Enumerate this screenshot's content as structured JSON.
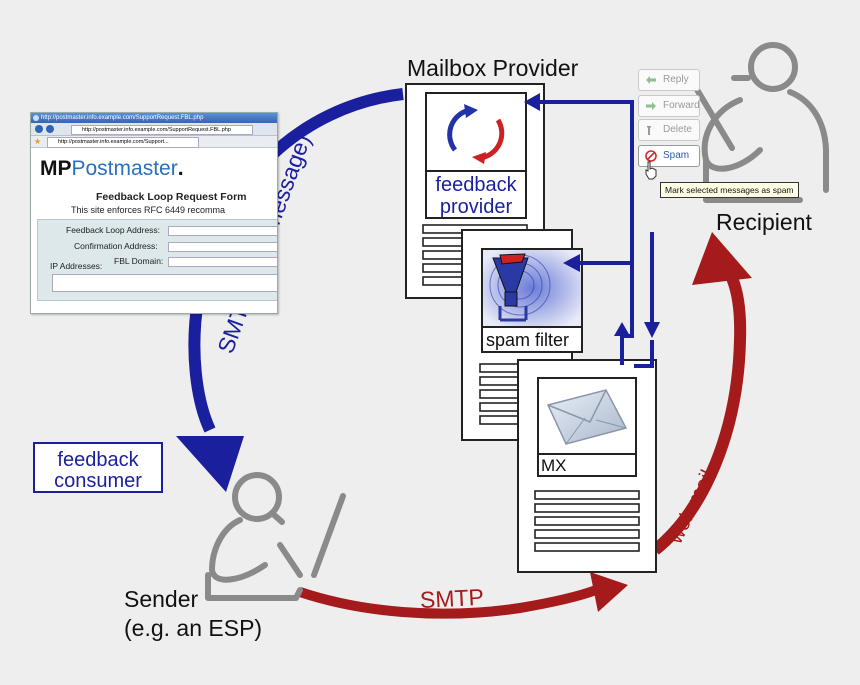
{
  "labels": {
    "mailbox_provider": "Mailbox Provider",
    "recipient": "Recipient",
    "sender_line1": "Sender",
    "sender_line2": "(e.g. an ESP)",
    "feedback_consumer_line1": "feedback",
    "feedback_consumer_line2": "consumer",
    "feedback_provider_line1": "feedback",
    "feedback_provider_line2": "provider",
    "spam_filter": "spam filter",
    "mx": "MX",
    "smtp_arf": "SMTP (ARF message)",
    "smtp": "SMTP",
    "web_mail": "web mail"
  },
  "browser": {
    "title_url": "http://postmaster.info.example.com/SupportRequest.FBL.php",
    "address_url": "http://postmaster.info.example.com/SupportRequest.FBL.php",
    "tab_label": "http://postmaster.info.example.com/Support...",
    "brand_mp": "MP",
    "brand_postmaster": "Postmaster",
    "brand_dot": ".",
    "form_title": "Feedback Loop Request Form",
    "form_subtitle": "This site enforces RFC 6449 recomma",
    "fields": {
      "feedback_loop_address": "Feedback Loop Address:",
      "confirmation_address": "Confirmation Address:",
      "fbl_domain": "FBL Domain:",
      "ip_addresses": "IP Addresses:"
    }
  },
  "mail_menu": {
    "reply": "Reply",
    "forward": "Forward",
    "delete": "Delete",
    "spam": "Spam",
    "tooltip": "Mark selected messages as spam"
  },
  "colors": {
    "blue_flow": "#1a1f9e",
    "red_flow": "#a51a1a",
    "doc_border": "#222222",
    "person_gray": "#8a8a8a",
    "background": "#eeeeee"
  }
}
